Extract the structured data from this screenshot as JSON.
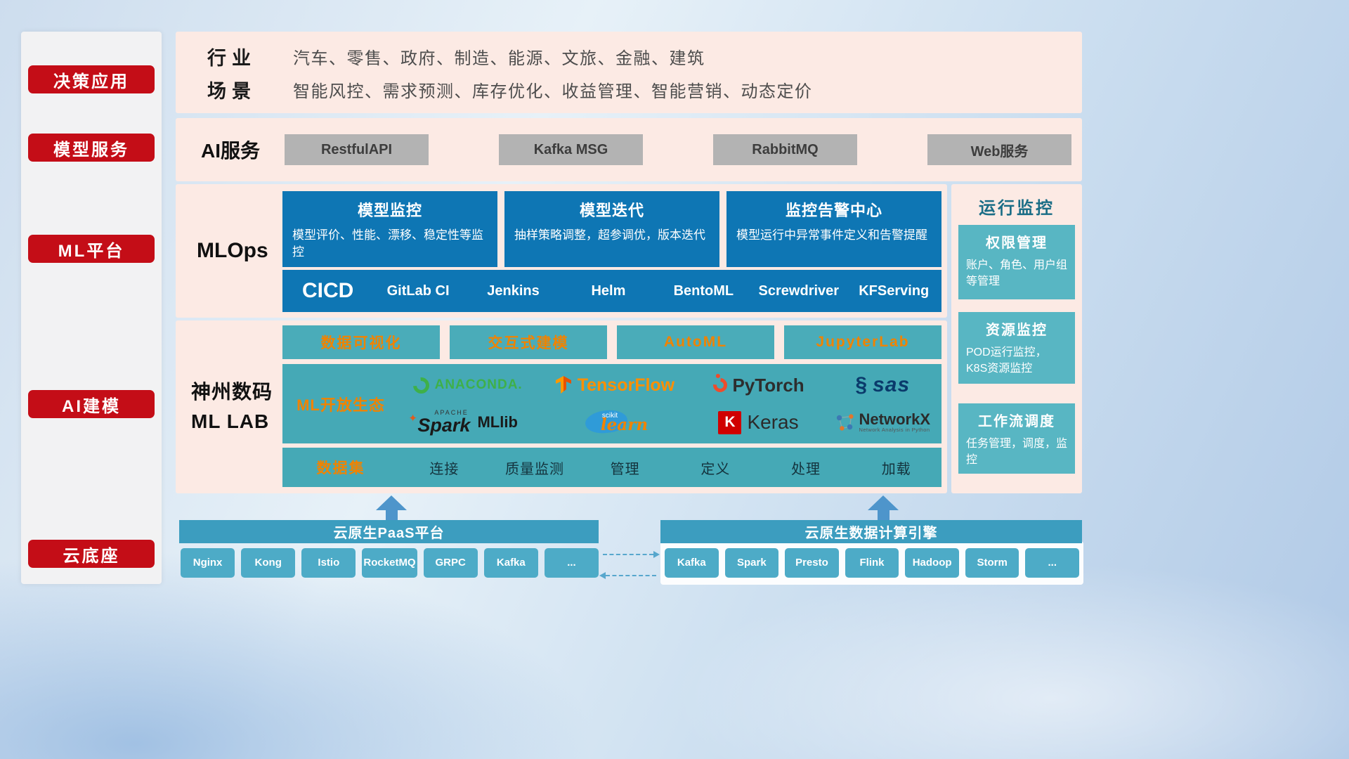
{
  "sidebar": {
    "items": [
      {
        "label": "决策应用"
      },
      {
        "label": "模型服务"
      },
      {
        "label": "ML平台"
      },
      {
        "label": "AI建模"
      },
      {
        "label": "云底座"
      }
    ]
  },
  "industry": {
    "row1_label": "行业",
    "row1_text": "汽车、零售、政府、制造、能源、文旅、金融、建筑",
    "row2_label": "场景",
    "row2_text": "智能风控、需求预测、库存优化、收益管理、智能营销、动态定价"
  },
  "ai_service": {
    "label": "AI服务",
    "buttons": [
      {
        "label": "RestfulAPI"
      },
      {
        "label": "Kafka MSG"
      },
      {
        "label": "RabbitMQ"
      },
      {
        "label": "Web服务"
      }
    ]
  },
  "mlops": {
    "label": "MLOps",
    "cards": [
      {
        "title": "模型监控",
        "desc": "模型评价、性能、漂移、稳定性等监控"
      },
      {
        "title": "模型迭代",
        "desc": "抽样策略调整，超参调优，版本迭代"
      },
      {
        "title": "监控告警中心",
        "desc": "模型运行中异常事件定义和告警提醒"
      }
    ],
    "cicd_label": "CICD",
    "cicd_items": [
      {
        "label": "GitLab CI"
      },
      {
        "label": "Jenkins"
      },
      {
        "label": "Helm"
      },
      {
        "label": "BentoML"
      },
      {
        "label": "Screwdriver"
      },
      {
        "label": "KFServing"
      }
    ]
  },
  "mllab": {
    "label_line1": "神州数码",
    "label_line2": "ML LAB",
    "tabs": [
      {
        "label": "数据可视化"
      },
      {
        "label": "交互式建模"
      },
      {
        "label": "AutoML"
      },
      {
        "label": "JupyterLab"
      }
    ],
    "ecosystem_label": "ML开放生态",
    "logos": {
      "anaconda": "ANACONDA.",
      "tensorflow": "TensorFlow",
      "pytorch": "PyTorch",
      "sas": "sas",
      "spark_apache": "APACHE",
      "spark": "Spark",
      "mllib": "MLlib",
      "sklearn_scikit": "scikit",
      "sklearn_learn": "learn",
      "keras_k": "K",
      "keras": "Keras",
      "networkx": "NetworkX",
      "networkx_sub": "Network Analysis in Python"
    },
    "dataset_label": "数据集",
    "dataset_items": [
      {
        "label": "连接"
      },
      {
        "label": "质量监测"
      },
      {
        "label": "管理"
      },
      {
        "label": "定义"
      },
      {
        "label": "处理"
      },
      {
        "label": "加载"
      }
    ]
  },
  "monitor": {
    "title": "运行监控",
    "cards": [
      {
        "title": "权限管理",
        "desc": "账户、角色、用户组等管理"
      },
      {
        "title": "资源监控",
        "desc": "POD运行监控，K8S资源监控"
      },
      {
        "title": "工作流调度",
        "desc": "任务管理，调度，监控"
      }
    ]
  },
  "bottom": {
    "paas_title": "云原生PaaS平台",
    "paas_items": [
      {
        "label": "Nginx"
      },
      {
        "label": "Kong"
      },
      {
        "label": "Istio"
      },
      {
        "label": "RocketMQ"
      },
      {
        "label": "GRPC"
      },
      {
        "label": "Kafka"
      },
      {
        "label": "..."
      }
    ],
    "engine_title": "云原生数据计算引擎",
    "engine_items": [
      {
        "label": "Kafka"
      },
      {
        "label": "Spark"
      },
      {
        "label": "Presto"
      },
      {
        "label": "Flink"
      },
      {
        "label": "Hadoop"
      },
      {
        "label": "Storm"
      },
      {
        "label": "..."
      }
    ]
  },
  "colors": {
    "red": "#c40d17",
    "blue": "#0e76b4",
    "teal": "#45a9b6",
    "teal_light": "#58b6c3",
    "orange": "#f08300",
    "pink_panel": "#fceae4"
  }
}
